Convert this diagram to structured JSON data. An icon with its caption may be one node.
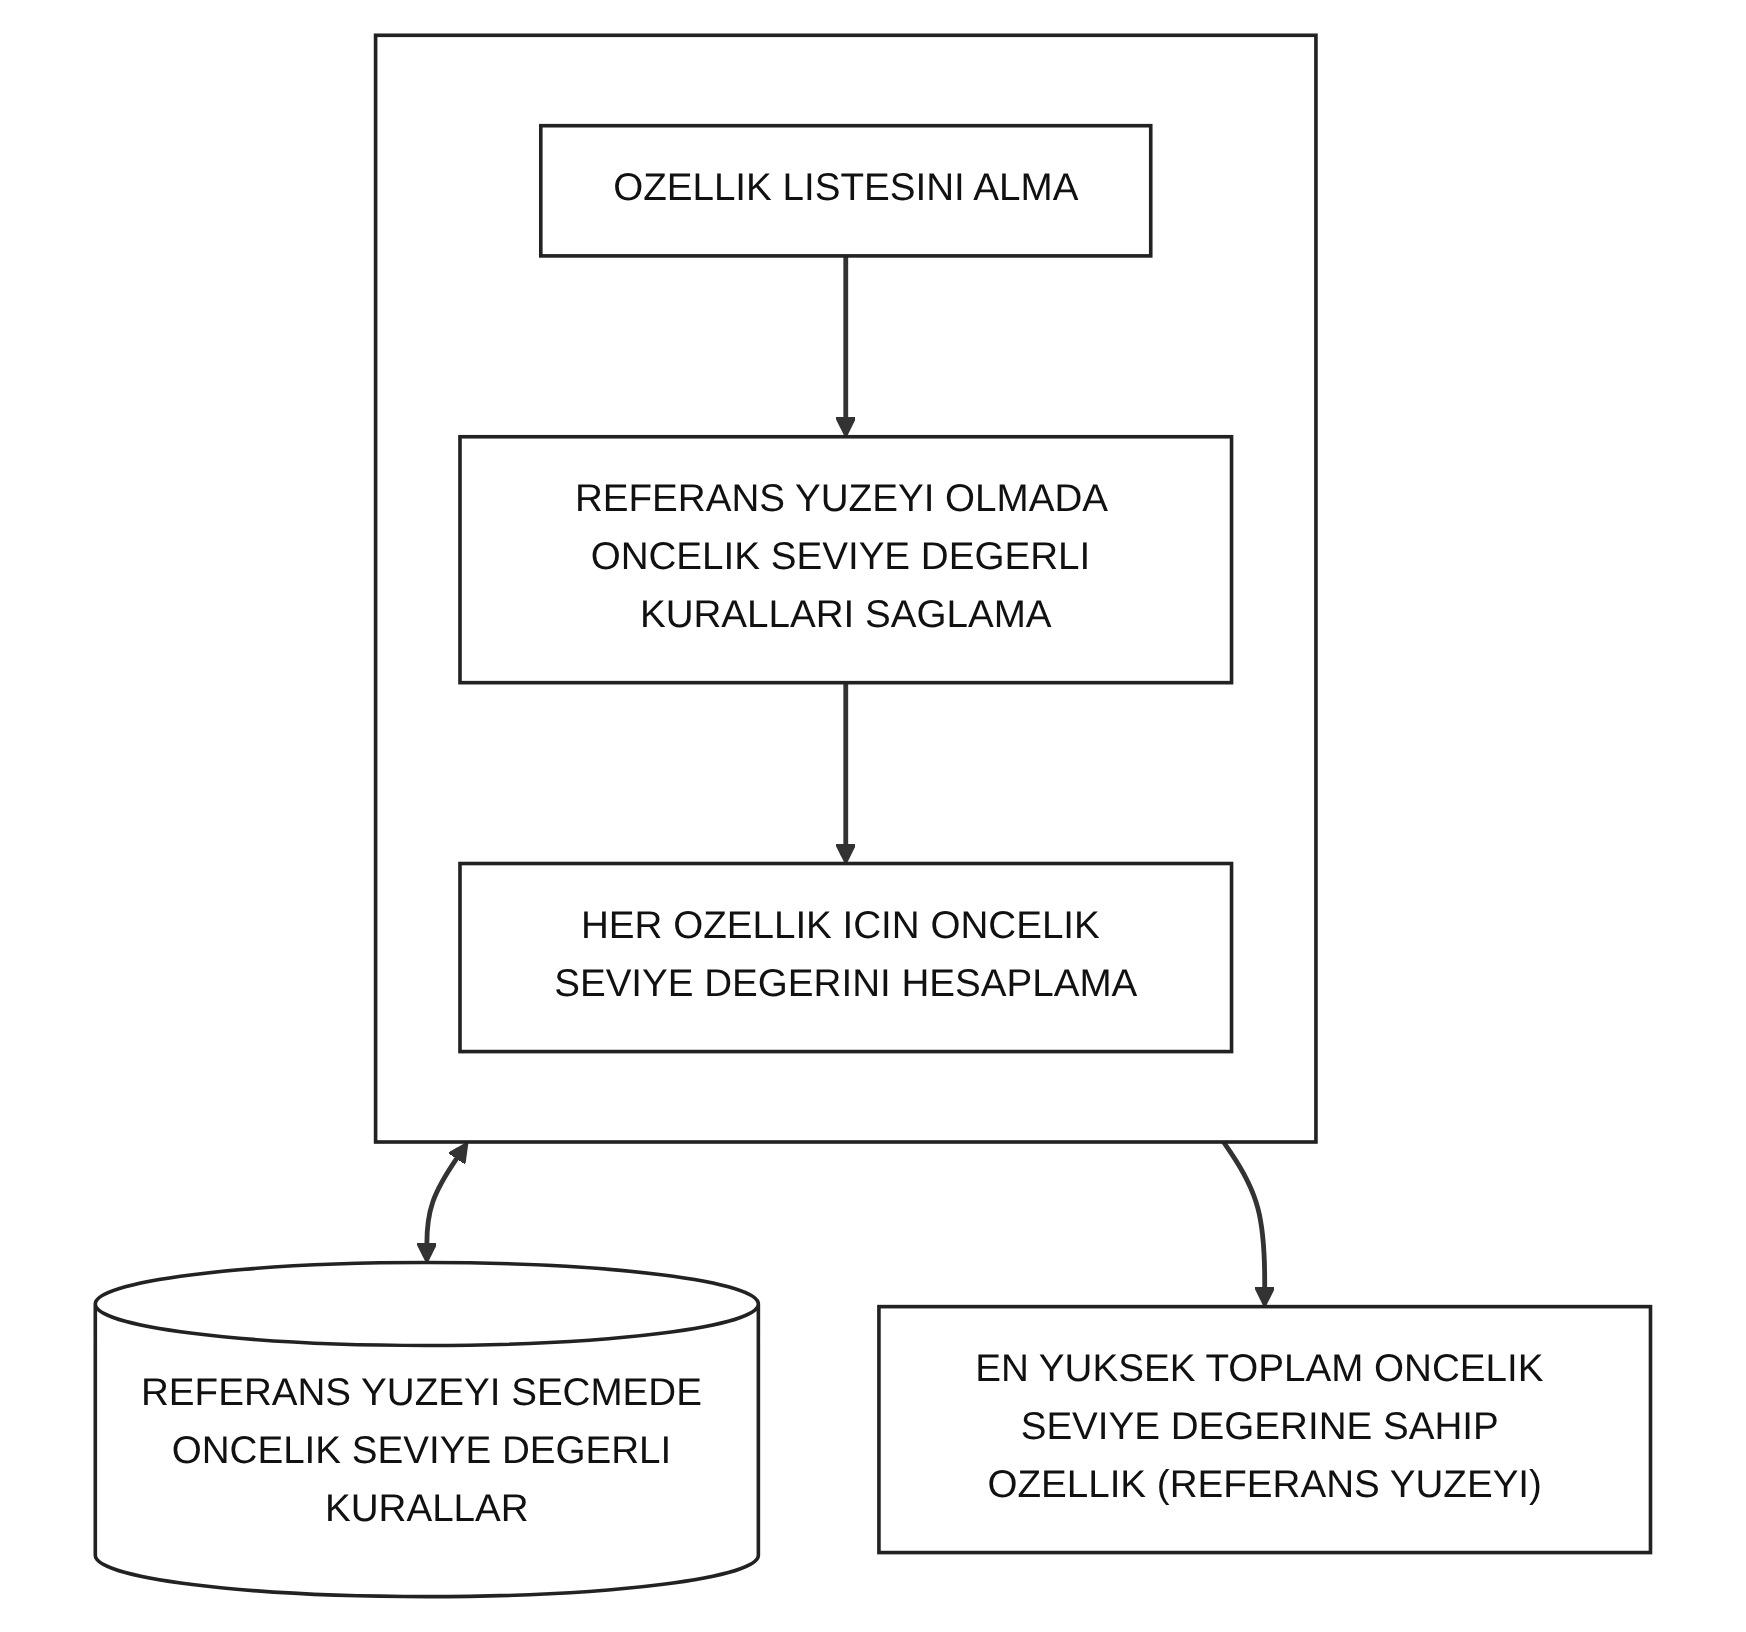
{
  "diagram": {
    "nodes": [
      {
        "text": [],
        "shape": "box"
      },
      {
        "text": [
          "OZELLIK LISTESINI ALMA"
        ],
        "in": 0
      },
      {
        "text": [
          "REFERANS YUZEYI OLMADA ONCELIK SEVIYE DEGERLI KURALLARI SAGLAMA"
        ],
        "in": 0
      },
      {
        "text": [
          "HER OZELLIK ICIN ONCELIK SEVIYE DEGERINI HESAPLAMA"
        ],
        "in": 0
      },
      {
        "text": [
          "REFERANS YUZEYI SECMEDE ONCELIK SEVIYE DEGERLI KURALLAR"
        ]
      },
      {
        "text": [
          "EN YUKSEK TOPLAM ONCELIK SEVIYE DEGERINE SAHIP OZELLIK (REFERANS YUZEYI)"
        ]
      }
    ],
    "edges": [
      {
        "from": 1,
        "to": 2,
        "arrow": "to"
      },
      {
        "from": 2,
        "to": 3,
        "arrow": "to"
      },
      {
        "from": 0,
        "to": 4,
        "arrow": "both"
      },
      {
        "from": 0,
        "to": 5,
        "arrow": "to"
      }
    ]
  }
}
